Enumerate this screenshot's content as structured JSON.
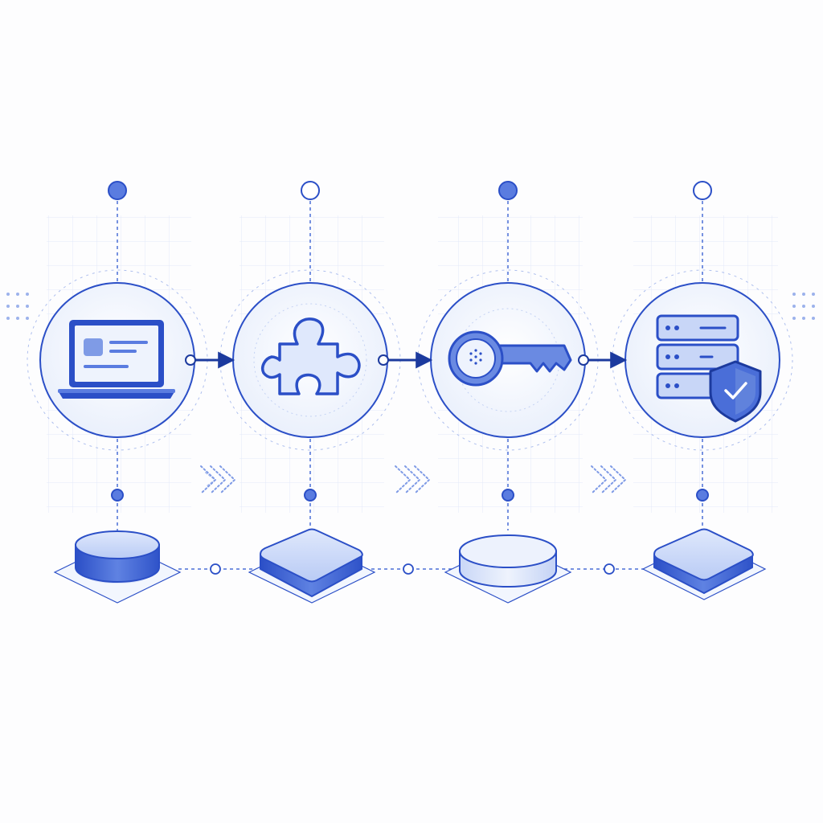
{
  "colors": {
    "background": "#fdfdfe",
    "primary": "#2b4fc7",
    "primary_light": "#5a7ce0",
    "primary_dark": "#1c3a9e",
    "accent_fill": "#d7e2fb",
    "pale_fill": "#eef3fd",
    "grid": "#dbe4f7",
    "dotted": "#6f8fe0"
  },
  "pipeline": {
    "steps": [
      {
        "id": "client",
        "icon": "laptop-icon",
        "top_node": "filled",
        "platform": "cylinder"
      },
      {
        "id": "plugin",
        "icon": "puzzle-piece-icon",
        "top_node": "hollow",
        "platform": "square"
      },
      {
        "id": "key",
        "icon": "key-icon",
        "top_node": "filled",
        "platform": "cylinder-light"
      },
      {
        "id": "secure-server",
        "icon": "server-shield-icon",
        "top_node": "hollow",
        "platform": "square"
      }
    ],
    "connectors": [
      "arrow-icon",
      "arrow-icon",
      "arrow-icon"
    ],
    "chevrons": [
      "chevron-double-right-icon",
      "chevron-double-right-icon",
      "chevron-double-right-icon"
    ]
  }
}
